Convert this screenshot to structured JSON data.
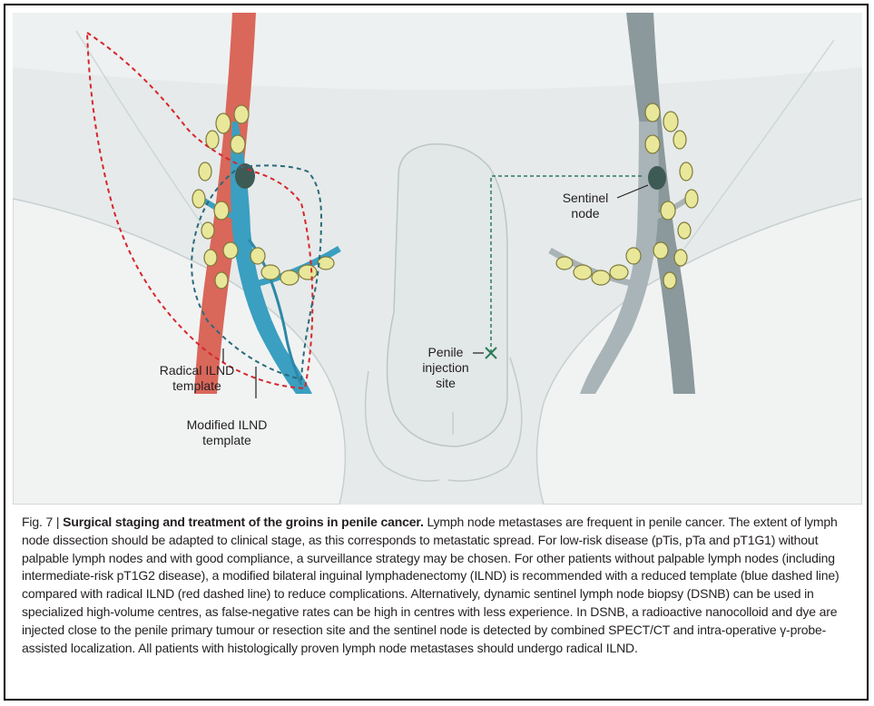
{
  "labels": {
    "radical_line1": "Radical ILND",
    "radical_line2": "template",
    "modified_line1": "Modified ILND",
    "modified_line2": "template",
    "sentinel_line1": "Sentinel",
    "sentinel_line2": "node",
    "injection_line1": "Penile",
    "injection_line2": "injection",
    "injection_line3": "site"
  },
  "caption": {
    "fig_number": "Fig. 7",
    "separator": "|",
    "title": "Surgical staging and treatment of the groins in penile cancer.",
    "body": "Lymph node metastases are frequent in penile cancer. The extent of lymph node dissection should be adapted to clinical stage, as this corresponds to metastatic spread. For low-risk disease (pTis, pTa and pT1G1) without palpable lymph nodes and with good compliance, a surveillance strategy may be chosen. For other patients without palpable lymph nodes (including intermediate-risk pT1G2 disease), a modified bilateral inguinal lymphadenectomy (ILND) is recommended with a reduced template (blue dashed line) compared with radical ILND (red dashed line) to reduce complications. Alternatively, dynamic sentinel lymph node biopsy (DSNB) can be used in specialized high-volume centres, as false-negative rates can be high in centres with less experience. In DSNB, a radioactive nanocolloid and dye are injected close to the penile primary tumour or resection site and the sentinel node is detected by combined SPECT/CT and intra-operative γ-probe-assisted localization. All patients with histologically proven lymph node metastases should undergo radical ILND."
  },
  "colors": {
    "background": "#e9ecec",
    "skin": "#dfe4e4",
    "artery": "#d9675a",
    "vein_blue": "#3a9fc0",
    "vessel_grey": "#a9b4b8",
    "lymph_node": "#e8e79a",
    "radical_template": "#d7262b",
    "modified_template": "#2b6a7a",
    "sentinel_node": "#3e5a55",
    "injection_marker": "#2d7a5a"
  }
}
